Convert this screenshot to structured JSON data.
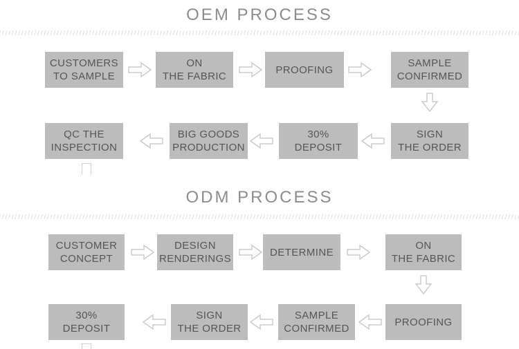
{
  "colors": {
    "box_fill": "#bcbcbc",
    "box_text": "#555555",
    "title_text": "#8c8c8c",
    "arrow_stroke": "#cbcbcb",
    "arrow_fill": "#ffffff",
    "divider": "#d9d9d9",
    "background": "#ffffff"
  },
  "oem": {
    "title": "OEM PROCESS",
    "row1": [
      {
        "label": [
          "CUSTOMERS",
          "TO SAMPLE"
        ]
      },
      {
        "label": [
          "ON",
          "THE FABRIC"
        ]
      },
      {
        "label": [
          "PROOFING"
        ]
      },
      {
        "label": [
          "SAMPLE",
          "CONFIRMED"
        ]
      }
    ],
    "row2": [
      {
        "label": [
          "QC THE",
          "INSPECTION"
        ]
      },
      {
        "label": [
          "BIG GOODS",
          "PRODUCTION"
        ]
      },
      {
        "label": [
          "30%",
          "DEPOSIT"
        ]
      },
      {
        "label": [
          "SIGN",
          "THE ORDER"
        ]
      }
    ]
  },
  "odm": {
    "title": "ODM PROCESS",
    "row1": [
      {
        "label": [
          "CUSTOMER",
          "CONCEPT"
        ]
      },
      {
        "label": [
          "DESIGN",
          "RENDERINGS"
        ]
      },
      {
        "label": [
          "DETERMINE"
        ]
      },
      {
        "label": [
          "ON",
          "THE FABRIC"
        ]
      }
    ],
    "row2": [
      {
        "label": [
          "30%",
          "DEPOSIT"
        ]
      },
      {
        "label": [
          "SIGN",
          "THE ORDER"
        ]
      },
      {
        "label": [
          "SAMPLE",
          "CONFIRMED"
        ]
      },
      {
        "label": [
          "PROOFING"
        ]
      }
    ]
  }
}
